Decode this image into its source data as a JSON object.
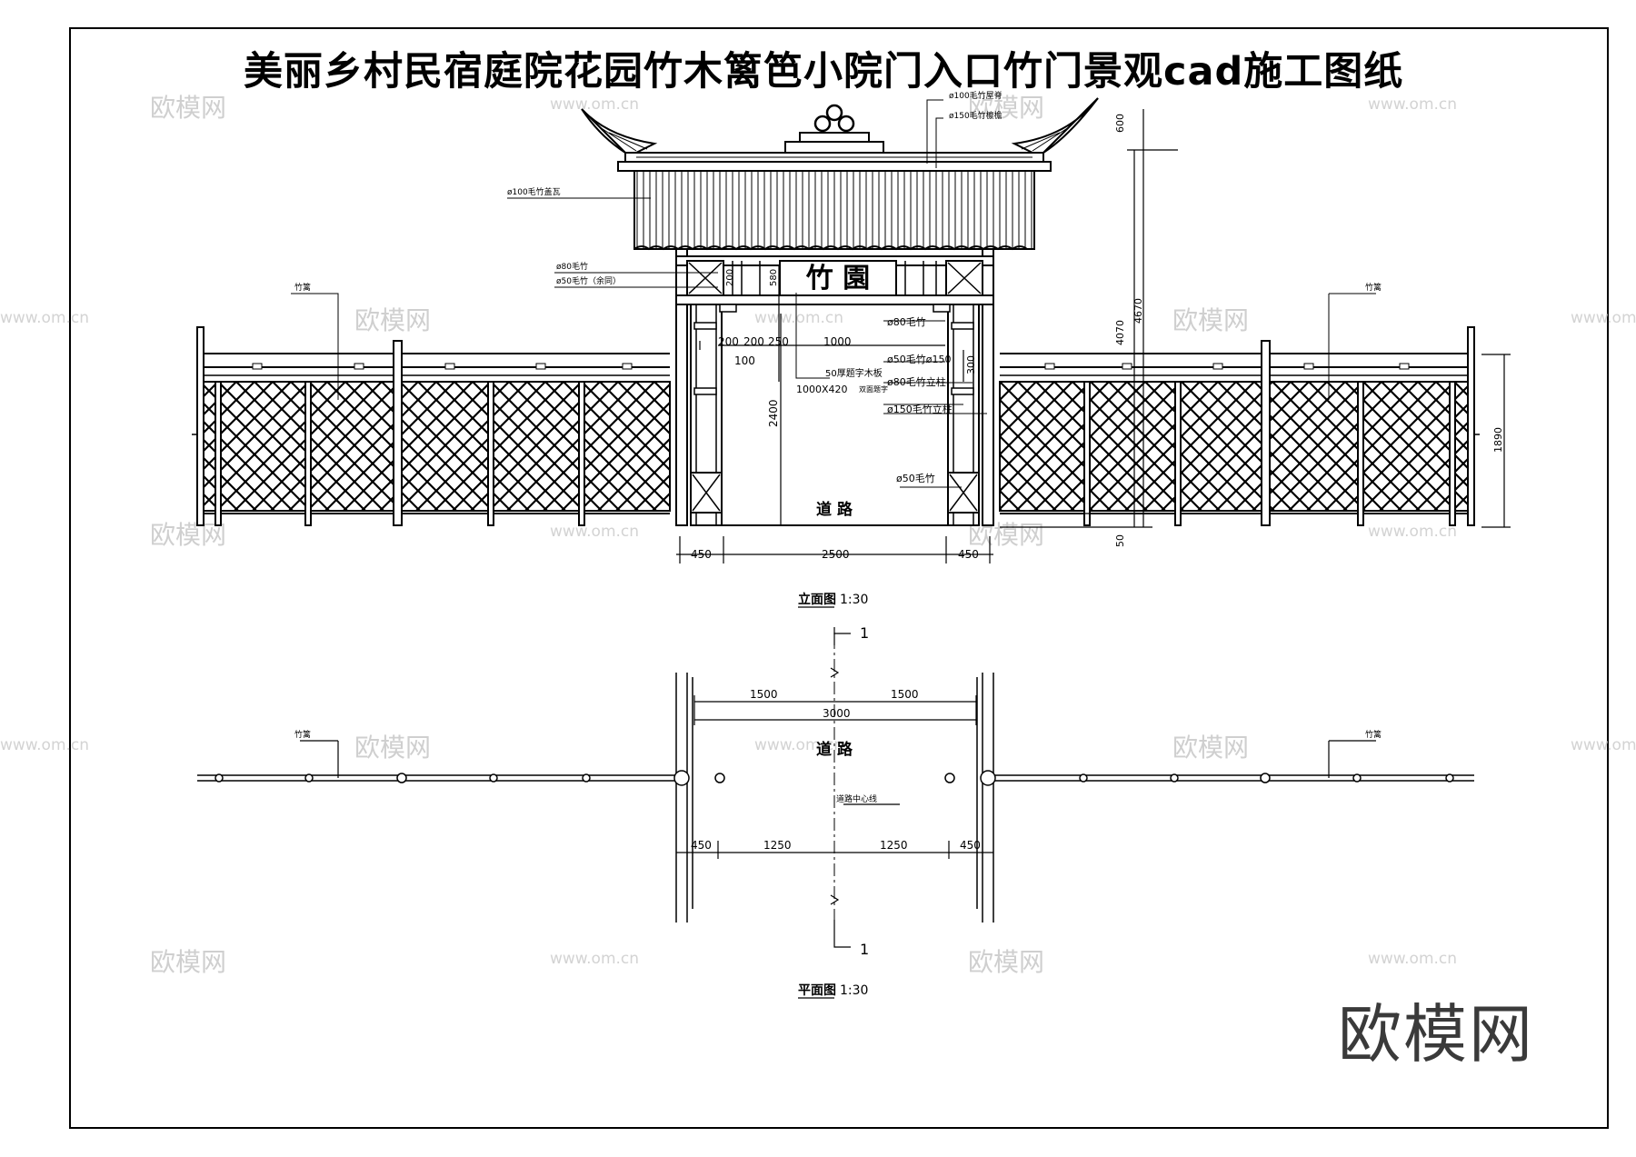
{
  "title": "美丽乡村民宿庭院花园竹木篱笆小院门入口竹门景观cad施工图纸",
  "watermark": {
    "brand": "欧模网",
    "url": "www.om.cn"
  },
  "brand_corner": "欧模网",
  "elevation": {
    "caption": "立面图",
    "scale": "1:30",
    "sign_text": "竹 園",
    "road": "道 路",
    "labels": {
      "roof_top": "ø100毛竹屋脊",
      "roof_purlin": "ø150毛竹檩檐",
      "roof_tile": "ø100毛竹盖瓦",
      "left_fence": "竹篱",
      "right_fence": "竹篱",
      "bamboo80_a": "ø80毛竹",
      "bamboo50_a": "ø50毛竹（余同）",
      "bamboo80_b": "ø80毛竹",
      "bamboo50_150": "ø50毛竹ø150",
      "board": "50厚题字木板",
      "board_size": "1000X420",
      "board_note": "双面题字",
      "bamboo80_c": "ø80毛竹立柱",
      "bamboo150_post": "ø150毛竹立柱",
      "bamboo50_b": "ø50毛竹"
    },
    "dims": {
      "d200v": "200",
      "d580v": "580",
      "d200a": "200",
      "d200b": "200",
      "d250": "250",
      "d1000": "1000",
      "d100": "100",
      "d2400": "2400",
      "d300": "300",
      "d600": "600",
      "d4670": "4670",
      "d4070": "4070",
      "d1890": "1890",
      "d50": "50",
      "d450l": "450",
      "d2500": "2500",
      "d450r": "450"
    }
  },
  "plan": {
    "caption": "平面图",
    "scale": "1:30",
    "section_top": "1",
    "section_bottom": "1",
    "road": "道 路",
    "centerline": "道路中心线",
    "left_fence": "竹篱",
    "right_fence": "竹篱",
    "dims": {
      "d1500l": "1500",
      "d1500r": "1500",
      "d3000": "3000",
      "d450l": "450",
      "d1250l": "1250",
      "d1250r": "1250",
      "d450r": "450"
    }
  }
}
